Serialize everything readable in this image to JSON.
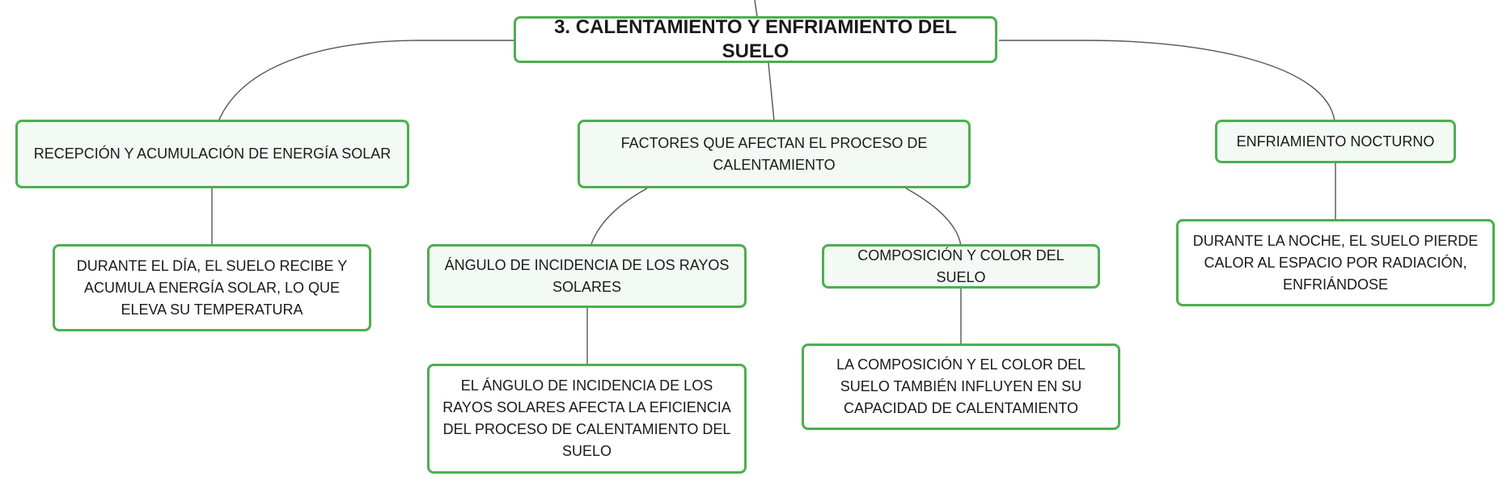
{
  "diagram": {
    "colors": {
      "border": "#4caf50",
      "fill": "#f3faf4",
      "connector": "#555555"
    },
    "root": "3. CALENTAMIENTO Y ENFRIAMIENTO DEL SUELO",
    "branches": [
      {
        "label": "RECEPCIÓN Y ACUMULACIÓN DE ENERGÍA SOLAR",
        "detail": "DURANTE EL DÍA, EL SUELO RECIBE Y ACUMULA ENERGÍA SOLAR, LO QUE ELEVA SU TEMPERATURA"
      },
      {
        "label": "FACTORES QUE AFECTAN EL PROCESO DE CALENTAMIENTO",
        "factors": [
          {
            "label": "ÁNGULO DE INCIDENCIA DE LOS RAYOS SOLARES",
            "detail": "EL ÁNGULO DE INCIDENCIA DE LOS RAYOS SOLARES AFECTA LA EFICIENCIA DEL PROCESO DE CALENTAMIENTO DEL SUELO"
          },
          {
            "label": "COMPOSICIÓN Y COLOR DEL SUELO",
            "detail": "LA COMPOSICIÓN Y EL COLOR DEL SUELO TAMBIÉN INFLUYEN EN SU CAPACIDAD DE CALENTAMIENTO"
          }
        ]
      },
      {
        "label": "ENFRIAMIENTO NOCTURNO",
        "detail": "DURANTE LA NOCHE, EL SUELO PIERDE CALOR AL ESPACIO POR RADIACIÓN, ENFRIÁNDOSE"
      }
    ]
  }
}
